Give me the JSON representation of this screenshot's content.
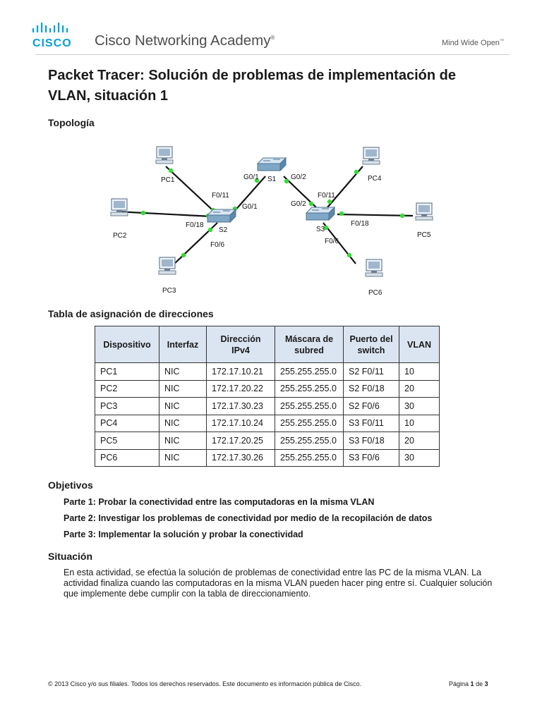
{
  "header": {
    "logo_text": "CISCO",
    "brand": "Cisco Networking Academy",
    "brand_mark": "®",
    "tagline": "Mind Wide Open",
    "tagline_mark": "™"
  },
  "title": "Packet Tracer: Solución de problemas de implementación de VLAN, situación 1",
  "topology": {
    "heading": "Topología",
    "devices": [
      "PC1",
      "PC2",
      "PC3",
      "PC4",
      "PC5",
      "PC6",
      "S1",
      "S2",
      "S3"
    ],
    "port_labels": [
      "G0/1",
      "G0/2",
      "F0/11",
      "G0/1",
      "F0/18",
      "F0/6",
      "F0/11",
      "G0/2",
      "F0/18",
      "F0/6"
    ]
  },
  "addressing": {
    "heading": "Tabla de asignación de direcciones",
    "columns": [
      "Dispositivo",
      "Interfaz",
      "Dirección IPv4",
      "Máscara de subred",
      "Puerto del switch",
      "VLAN"
    ],
    "rows": [
      [
        "PC1",
        "NIC",
        "172.17.10.21",
        "255.255.255.0",
        "S2 F0/11",
        "10"
      ],
      [
        "PC2",
        "NIC",
        "172.17.20.22",
        "255.255.255.0",
        "S2 F0/18",
        "20"
      ],
      [
        "PC3",
        "NIC",
        "172.17.30.23",
        "255.255.255.0",
        "S2 F0/6",
        "30"
      ],
      [
        "PC4",
        "NIC",
        "172.17.10.24",
        "255.255.255.0",
        "S3 F0/11",
        "10"
      ],
      [
        "PC5",
        "NIC",
        "172.17.20.25",
        "255.255.255.0",
        "S3 F0/18",
        "20"
      ],
      [
        "PC6",
        "NIC",
        "172.17.30.26",
        "255.255.255.0",
        "S3 F0/6",
        "30"
      ]
    ]
  },
  "objectives": {
    "heading": "Objetivos",
    "parts": [
      "Parte 1: Probar la conectividad entre las computadoras en la misma VLAN",
      "Parte 2: Investigar los problemas de conectividad por medio de la recopilación de datos",
      "Parte 3: Implementar la solución y probar la conectividad"
    ]
  },
  "situation": {
    "heading": "Situación",
    "text": "En esta actividad, se efectúa la solución de problemas de conectividad entre las PC de la misma VLAN. La actividad finaliza cuando las computadoras en la misma VLAN pueden hacer ping entre sí. Cualquier solución que implemente debe cumplir con la tabla de direccionamiento."
  },
  "footer": {
    "copyright": "© 2013 Cisco y/o sus filiales. Todos los derechos reservados. Este documento es información pública de Cisco.",
    "page_label": "Página",
    "page_current": "1",
    "page_of": "de",
    "page_total": "3"
  },
  "colors": {
    "cisco_blue": "#049fd9",
    "link_green": "#33cc33",
    "table_header_bg": "#dbe5f1"
  }
}
